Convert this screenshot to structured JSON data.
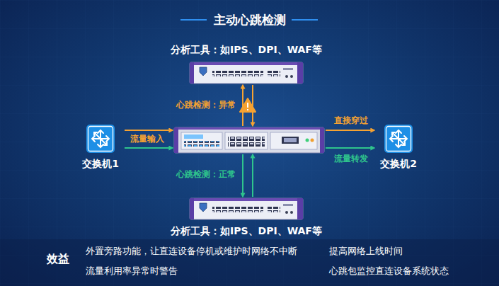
{
  "diagram": {
    "title": "主动心跳检测",
    "nodes": [
      {
        "text": [
          "分析工具：如IPS、DPI、WAF等"
        ]
      },
      {
        "text": [
          "交换机1"
        ]
      },
      {
        "text": []
      },
      {
        "text": [
          "交换机2"
        ]
      },
      {
        "text": [
          "分析工具：如IPS、DPI、WAF等"
        ]
      }
    ],
    "edges": [
      {
        "from": 1,
        "to": 2,
        "arrow": "to",
        "label": "流量输入"
      },
      {
        "from": 1,
        "to": 2,
        "arrow": "to"
      },
      {
        "from": 2,
        "to": 3,
        "arrow": "to",
        "label": "直接穿过"
      },
      {
        "from": 2,
        "to": 3,
        "arrow": "to",
        "label": "流量转发"
      },
      {
        "from": 2,
        "to": 0,
        "arrow": "to",
        "label": "心跳检测：异常"
      },
      {
        "from": 0,
        "to": 2,
        "arrow": "to"
      },
      {
        "from": 2,
        "to": 4,
        "arrow": "to",
        "label": "心跳检测：正常"
      },
      {
        "from": 4,
        "to": 2,
        "arrow": "to"
      }
    ],
    "labels": [
      "效益",
      "外置旁路功能，让直连设备停机或维护时网络不中断",
      "流量利用率异常时警告",
      "提高网络上线时间",
      "心跳包监控直连设备系统状态"
    ]
  }
}
